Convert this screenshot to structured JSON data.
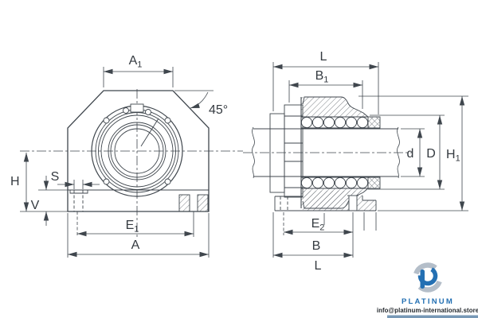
{
  "drawing_type": "bearing-unit-technical-drawing",
  "views": {
    "front_view": "pillow-block-housing-front",
    "side_view": "bearing-unit-cross-section"
  },
  "labels": {
    "front": {
      "a1": {
        "base": "A",
        "sub": "1"
      },
      "angle": "45°",
      "h": "H",
      "s": "S",
      "v": "V",
      "e1": {
        "base": "E",
        "sub": "1"
      },
      "a": "A"
    },
    "side": {
      "l_top": "L",
      "b1": {
        "base": "B",
        "sub": "1"
      },
      "e2": {
        "base": "E",
        "sub": "2"
      },
      "b": "B",
      "l_bottom": "L",
      "d": "d",
      "dd": "D",
      "h1": {
        "base": "H",
        "sub": "1"
      }
    }
  },
  "watermark": {
    "brand": "PLATINUM",
    "email": "info@platinum-international.store"
  },
  "colors": {
    "line": "#3f464d",
    "text": "#343a40",
    "hatch": "#5a6167",
    "brand_blue": "#2470b3",
    "logo_gray": "#b4bec9",
    "footer_bar": "#49759e"
  }
}
